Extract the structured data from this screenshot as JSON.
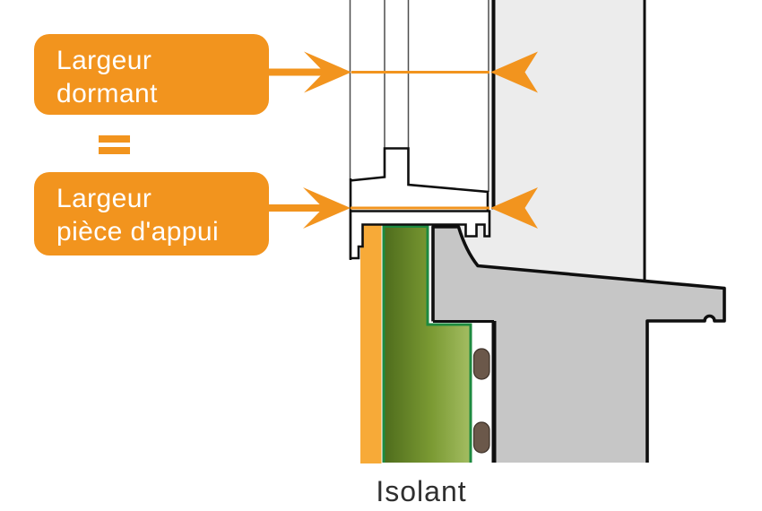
{
  "labels": {
    "dormant_box": {
      "line1": "Largeur",
      "line2": "dormant"
    },
    "equals_symbol": "=",
    "appui_box": {
      "line1": "Largeur",
      "line2": "pièce d'appui"
    },
    "isolant_caption": "Isolant"
  },
  "colors": {
    "accent_orange": "#F2941E",
    "strip_orange": "#F7AA38",
    "wall_light_gray": "#ECECEC",
    "concrete_gray": "#C6C6C6",
    "outline_black": "#0F0F0F",
    "frame_line_gray": "#4D4D4D",
    "green_dark": "#4E6C1C",
    "green_mid": "#7B9A33",
    "green_light": "#A3BD62",
    "green_border": "#1D8A3F",
    "dowel_brown": "#6B584A",
    "label_text_white": "#FFFFFF",
    "caption_text": "#2F2F2F"
  }
}
